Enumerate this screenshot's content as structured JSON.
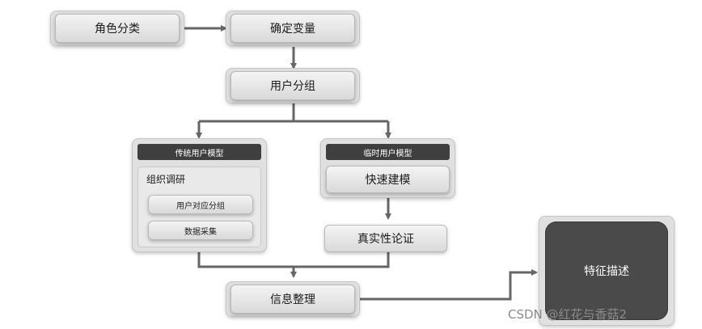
{
  "nodes": {
    "role_classification": "角色分类",
    "determine_variables": "确定变量",
    "user_grouping": "用户分组",
    "traditional_model": {
      "header": "传统用户模型",
      "title": "组织调研",
      "steps": [
        "用户对应分组",
        "数据采集"
      ]
    },
    "temporary_model": {
      "header": "临时用户模型",
      "title": "快速建模"
    },
    "authenticity_check": "真实性论证",
    "info_organize": "信息整理",
    "feature_description": "特征描述"
  },
  "watermark": "CSDN @红花与香菇2",
  "colors": {
    "arrow": "#666666",
    "dark_panel": "#3f3f3f",
    "feature_box": "#4a4a4a"
  }
}
